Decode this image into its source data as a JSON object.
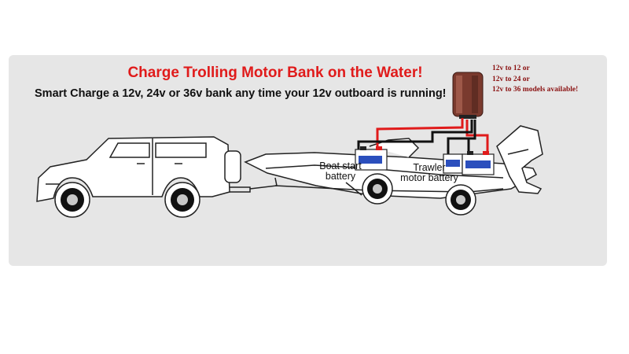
{
  "title": "Charge Trolling Motor Bank on the Water!",
  "subtitle": "Smart Charge a 12v, 24v or 36v bank any time your 12v outboard is running!",
  "models": [
    "12v to 12  or",
    "12v to 24  or",
    "12v to 36  models available!"
  ],
  "labels": {
    "boat_start": [
      "Boat start",
      "battery"
    ],
    "trawler": [
      "Trawler",
      "motor battery"
    ]
  },
  "colors": {
    "title": "#e01b1b",
    "models_text": "#8a1010",
    "wire_positive": "#e01b1b",
    "wire_negative": "#111111",
    "panel": "#e6e6e6"
  }
}
